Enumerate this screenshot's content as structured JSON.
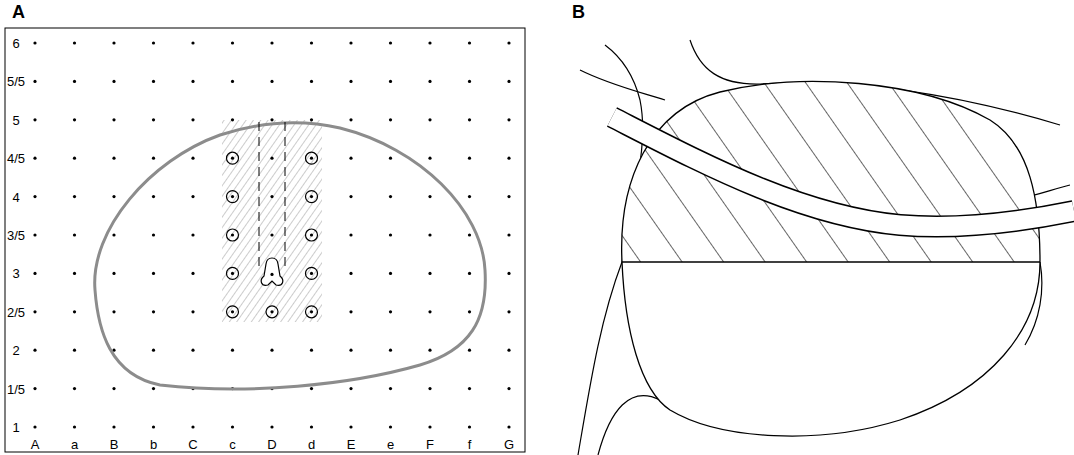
{
  "diagram": {
    "labels": [
      "A",
      "B",
      "6",
      "5/5",
      "5",
      "4/5",
      "4",
      "3/5",
      "3",
      "2/5",
      "2",
      "1/5",
      "1",
      "A",
      "a",
      "B",
      "b",
      "C",
      "c",
      "D",
      "d",
      "E",
      "e",
      "F",
      "f",
      "G"
    ]
  }
}
